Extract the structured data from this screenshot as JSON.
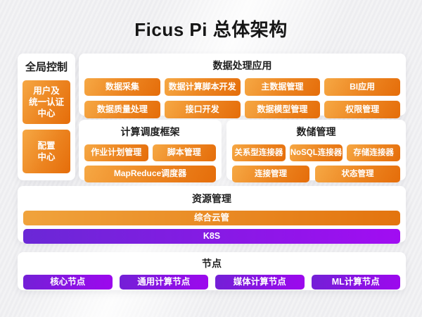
{
  "title": "Ficus Pi 总体架构",
  "colors": {
    "orange_light": "#f6a844",
    "orange_dark": "#e56d0a",
    "purple_left": "#6a28d6",
    "purple_right": "#a10df2",
    "background": "#f2f2f4",
    "panel": "#ffffff",
    "heading_text": "#1f1f1f"
  },
  "global_control": {
    "heading": "全局控制",
    "items": [
      {
        "label": "用户及\n统一认证\n中心"
      },
      {
        "label": "配置\n中心"
      }
    ]
  },
  "data_apps": {
    "heading": "数据处理应用",
    "items": [
      "数据采集",
      "数据计算脚本开发",
      "主数据管理",
      "BI应用",
      "数据质量处理",
      "接口开发",
      "数据模型管理",
      "权限管理"
    ]
  },
  "scheduling": {
    "heading": "计算调度框架",
    "row1": [
      "作业计划管理",
      "脚本管理"
    ],
    "full": "MapReduce调度器"
  },
  "storage": {
    "heading": "数储管理",
    "row1": [
      "关系型连接器",
      "NoSQL连接器",
      "存储连接器"
    ],
    "row2": [
      "连接管理",
      "状态管理"
    ]
  },
  "resources": {
    "heading": "资源管理",
    "bars": [
      {
        "label": "综合云管",
        "color": "orange"
      },
      {
        "label": "K8S",
        "color": "purple"
      }
    ]
  },
  "nodes": {
    "heading": "节点",
    "items": [
      "核心节点",
      "通用计算节点",
      "媒体计算节点",
      "ML计算节点"
    ]
  }
}
